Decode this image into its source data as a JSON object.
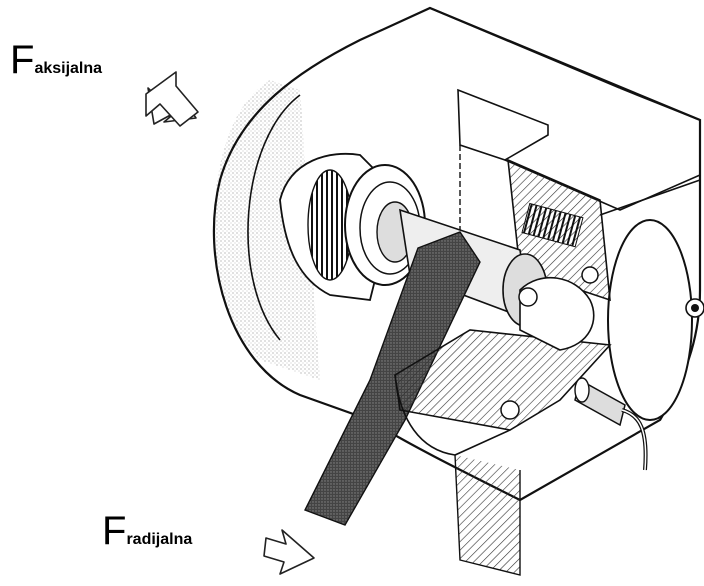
{
  "labels": {
    "axial": {
      "symbol": "F",
      "subscript": "aksijalna"
    },
    "radial": {
      "symbol": "F",
      "subscript": "radijalna"
    }
  },
  "colors": {
    "ink": "#1a1a1a",
    "hatch": "#555555",
    "belt": "#3a3a3a",
    "paper": "#ffffff"
  },
  "icons": [
    "axial-force-arrow-icon",
    "radial-force-arrow-icon"
  ]
}
